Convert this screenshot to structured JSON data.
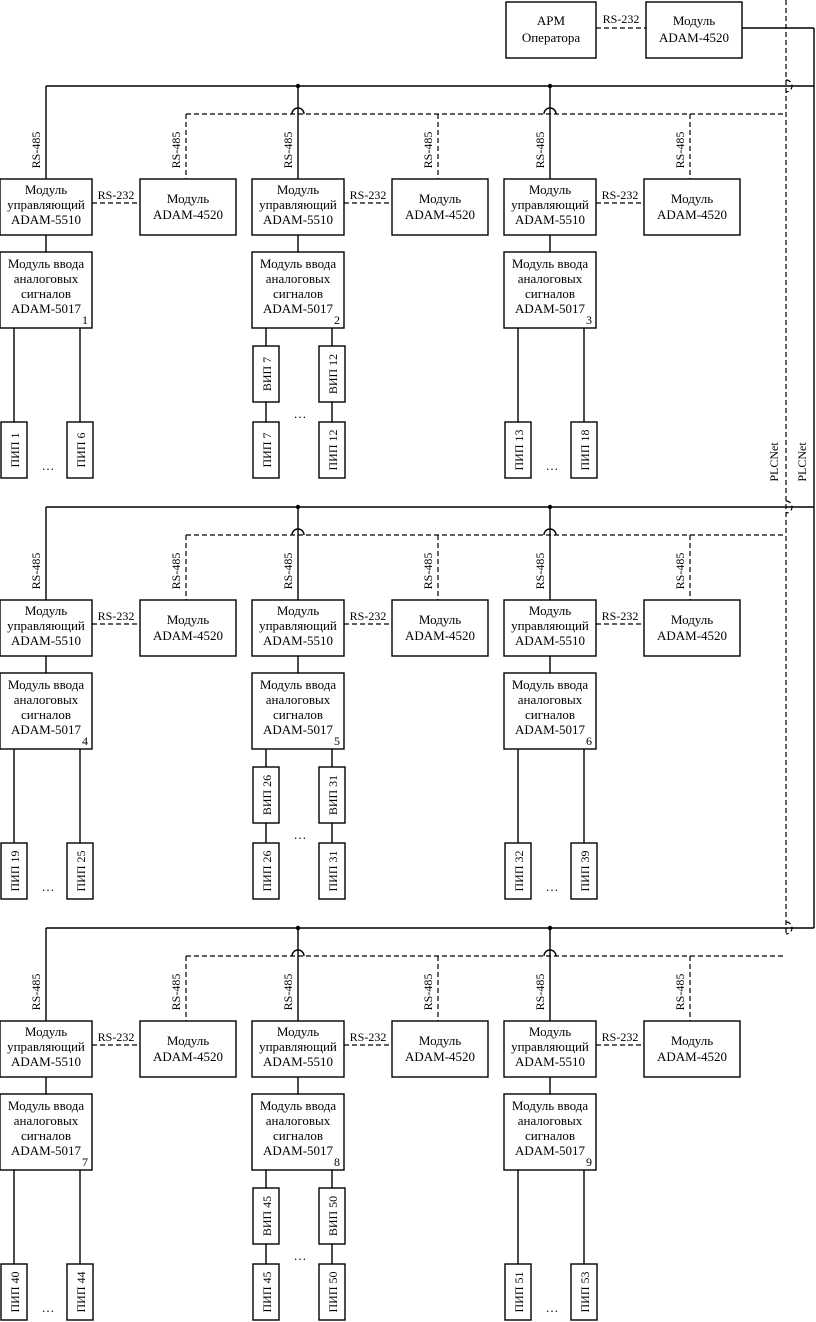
{
  "arm": {
    "line1": "АРМ",
    "line2": "Оператора"
  },
  "top_modem": {
    "line1": "Модуль",
    "line2": "ADAM-4520"
  },
  "link_rs232": "RS-232",
  "link_rs485": "RS-485",
  "plcnet_label": "PLCNet",
  "controller": {
    "line1": "Модуль",
    "line2": "управляющий",
    "line3": "ADAM-5510"
  },
  "modem": {
    "line1": "Модуль",
    "line2": "ADAM-4520"
  },
  "input_module": {
    "line1": "Модуль ввода",
    "line2": "аналоговых",
    "line3": "сигналов",
    "line4": "ADAM-5017"
  },
  "ellipsis": "…",
  "rows": [
    {
      "blocks": [
        {
          "number": "1",
          "sensors": [
            "ПИП 1",
            "ПИП 6"
          ],
          "converters": []
        },
        {
          "number": "2",
          "sensors": [
            "ПИП 7",
            "ПИП 12"
          ],
          "converters": [
            "ВИП 7",
            "ВИП 12"
          ]
        },
        {
          "number": "3",
          "sensors": [
            "ПИП 13",
            "ПИП 18"
          ],
          "converters": []
        }
      ]
    },
    {
      "blocks": [
        {
          "number": "4",
          "sensors": [
            "ПИП 19",
            "ПИП 25"
          ],
          "converters": []
        },
        {
          "number": "5",
          "sensors": [
            "ПИП 26",
            "ПИП 31"
          ],
          "converters": [
            "ВИП 26",
            "ВИП 31"
          ]
        },
        {
          "number": "6",
          "sensors": [
            "ПИП 32",
            "ПИП 39"
          ],
          "converters": []
        }
      ]
    },
    {
      "blocks": [
        {
          "number": "7",
          "sensors": [
            "ПИП 40",
            "ПИП 44"
          ],
          "converters": []
        },
        {
          "number": "8",
          "sensors": [
            "ПИП 45",
            "ПИП 50"
          ],
          "converters": [
            "ВИП 45",
            "ВИП 50"
          ]
        },
        {
          "number": "9",
          "sensors": [
            "ПИП 51",
            "ПИП 53"
          ],
          "converters": []
        }
      ]
    }
  ]
}
